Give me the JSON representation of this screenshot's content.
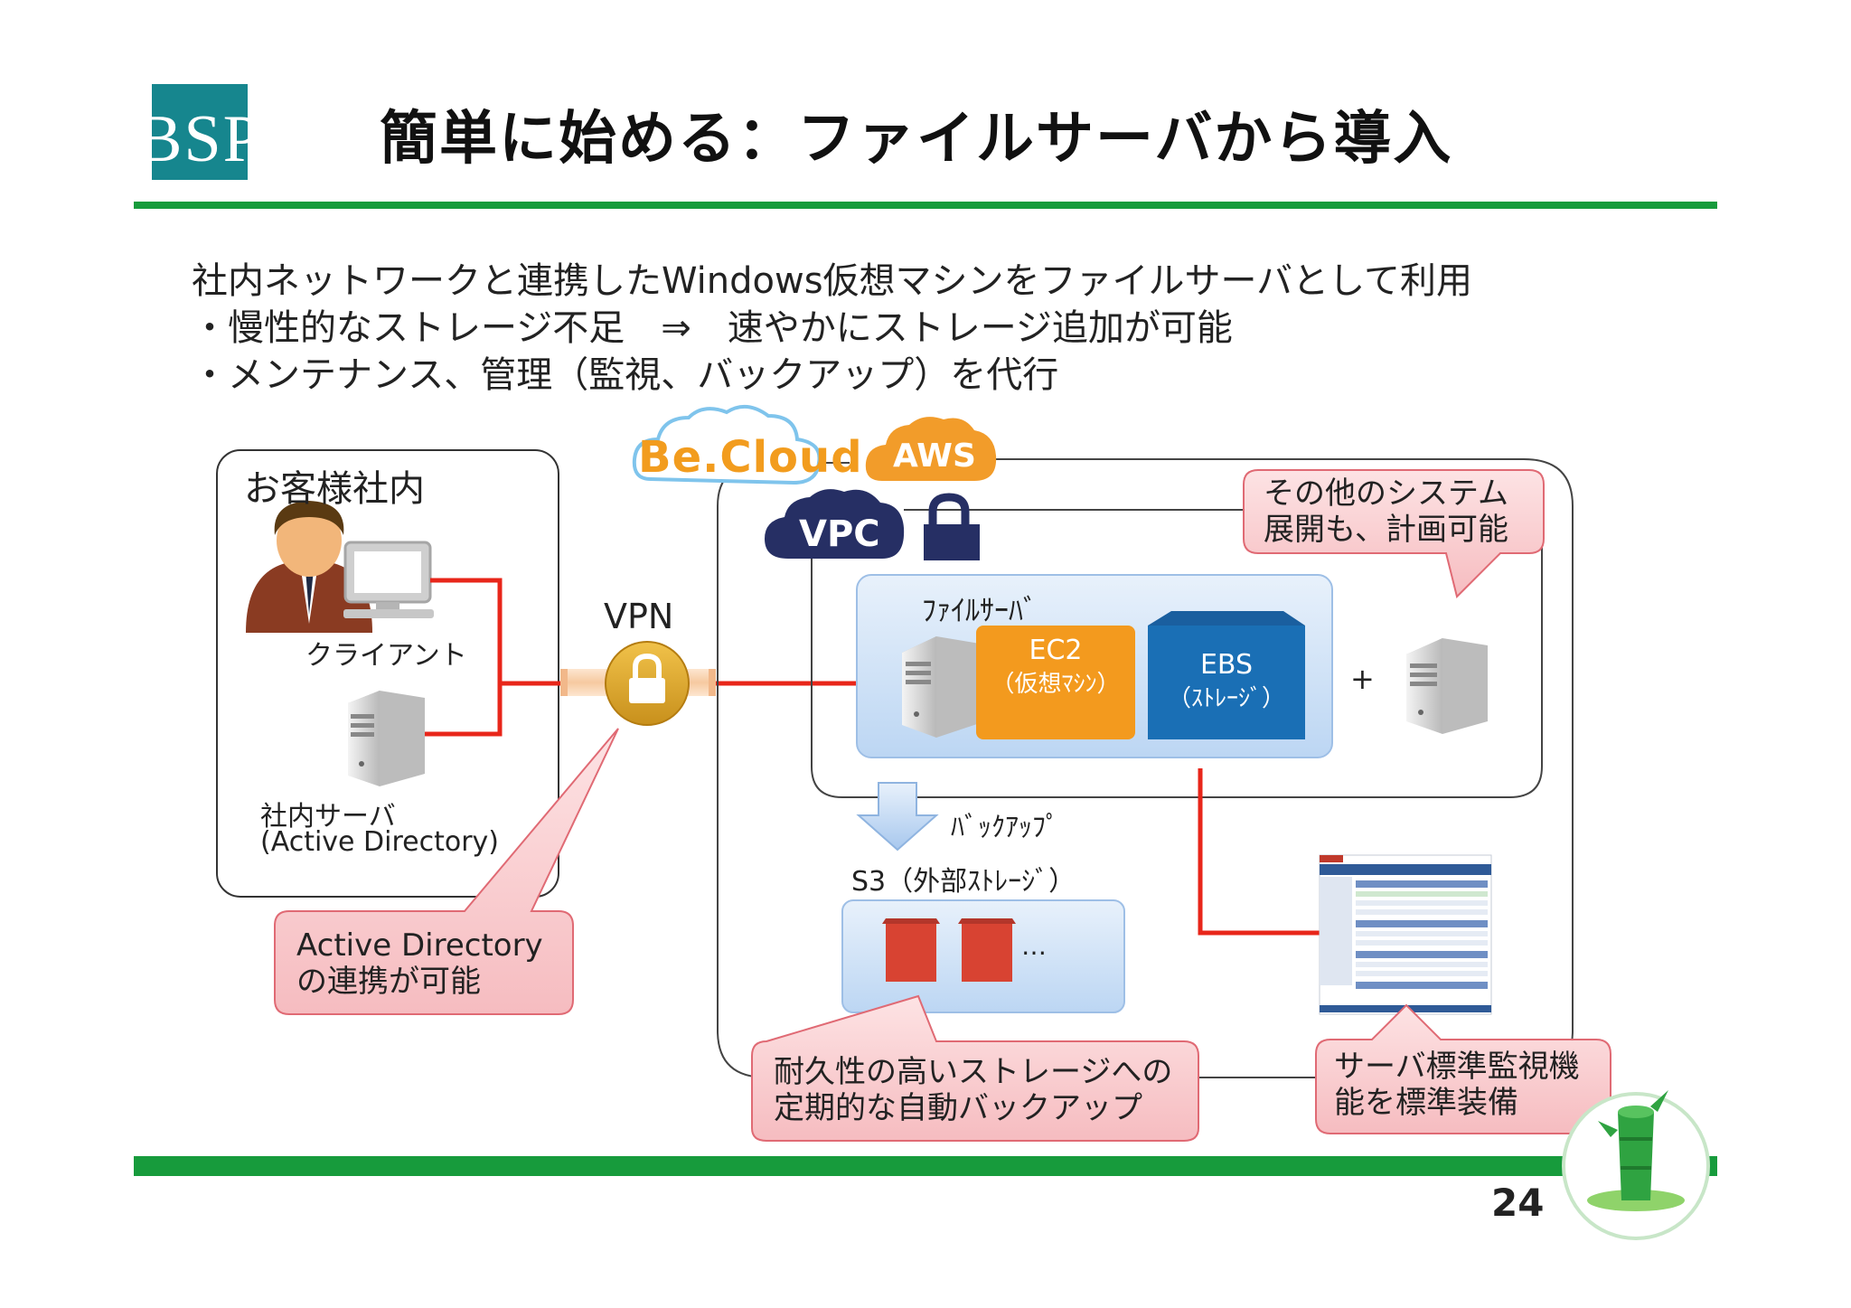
{
  "logo": {
    "text": "BSP"
  },
  "title": "簡単に始める：ファイルサーバから導入",
  "intro": {
    "line1": "社内ネットワークと連携したWindows仮想マシンをファイルサーバとして利用",
    "line2": "・慢性的なストレージ不足　⇒　速やかにストレージ追加が可能",
    "line3": "・メンテナンス、管理（監視、バックアップ）を代行"
  },
  "customer": {
    "title": "お客様社内",
    "client_label": "クライアント",
    "server_label_1": "社内サーバ",
    "server_label_2": "(Active Directory)"
  },
  "vpn_label": "VPN",
  "cloud": {
    "becloud_text": "Be.Cloud",
    "aws_text": "AWS",
    "vpc_text": "VPC",
    "fileserver_label": "ﾌｧｲﾙｻｰﾊﾞ",
    "ec2_line1": "EC2",
    "ec2_line2": "（仮想ﾏｼﾝ）",
    "ebs_line1": "EBS",
    "ebs_line2": "（ｽﾄﾚｰｼﾞ）",
    "plus": "+",
    "backup_label": "ﾊﾞｯｸｱｯﾌﾟ",
    "s3_label": "S3（外部ｽﾄﾚｰｼﾞ）",
    "s3_ellipsis": "…"
  },
  "callouts": {
    "other_systems_1": "その他のシステム",
    "other_systems_2": "展開も、計画可能",
    "ad_1": "Active Directory",
    "ad_2": "の連携が可能",
    "durable_1": "耐久性の高いストレージへの",
    "durable_2": "定期的な自動バックアップ",
    "monitor_1": "サーバ標準監視機",
    "monitor_2": "能を標準装備"
  },
  "page_number": "24",
  "colors": {
    "accent_green": "#179b3c",
    "logo_teal": "#16868e",
    "red_line": "#e8261a",
    "ec2_orange": "#f39a1e",
    "ebs_blue": "#1a6fb5",
    "callout_pink": "#f8c9cc",
    "vpc_navy": "#262f64",
    "aws_orange": "#f29c2a",
    "s3_red": "#d84332"
  }
}
